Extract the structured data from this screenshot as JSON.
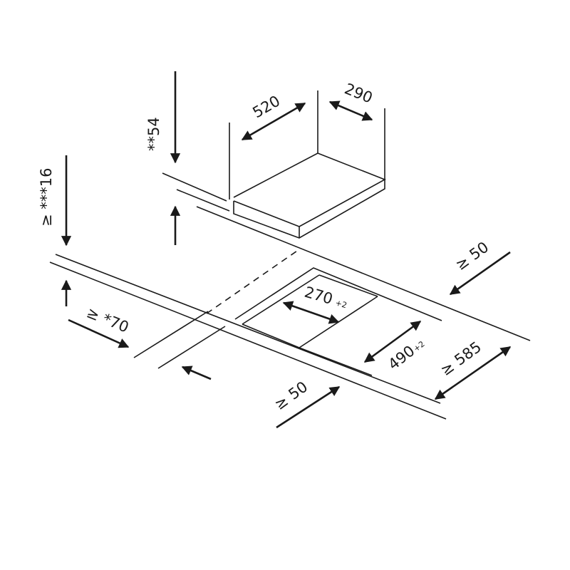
{
  "dimensions": {
    "hob_depth": "520",
    "hob_width": "290",
    "hob_height": "**54",
    "worktop_thickness": "≥ ***16",
    "cutout_width": "270",
    "cutout_width_tol": "+2",
    "cutout_depth": "490",
    "cutout_depth_tol": "+2",
    "rear_clearance": "≥ 50",
    "front_clearance": "≥ 50",
    "side_clearance": "≥ *70",
    "worktop_depth": "≥ 585"
  },
  "colors": {
    "stroke": "#1a1a1a",
    "background": "#ffffff"
  }
}
